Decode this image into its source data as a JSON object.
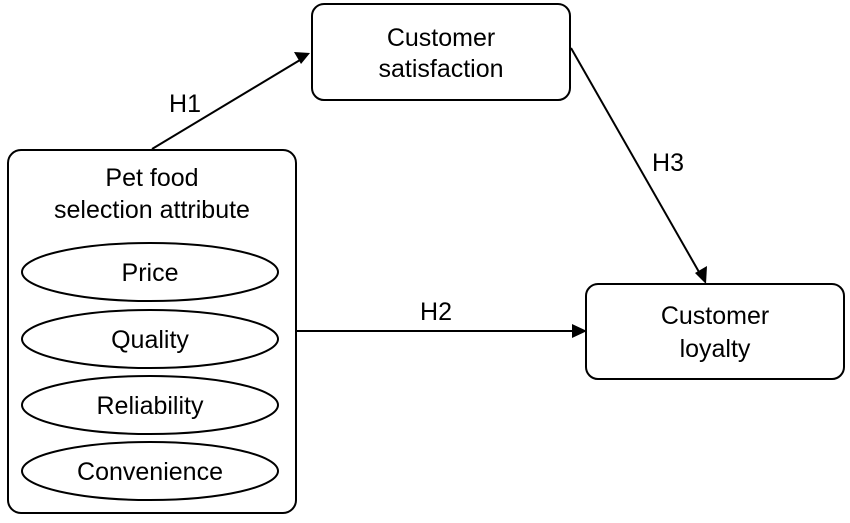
{
  "nodes": {
    "customer_satisfaction": {
      "line1": "Customer",
      "line2": "satisfaction"
    },
    "pet_food_selection_attribute": {
      "line1": "Pet food",
      "line2": "selection attribute",
      "attributes": [
        "Price",
        "Quality",
        "Reliability",
        "Convenience"
      ]
    },
    "customer_loyalty": {
      "line1": "Customer",
      "line2": "loyalty"
    }
  },
  "edges": {
    "h1": "H1",
    "h2": "H2",
    "h3": "H3"
  }
}
